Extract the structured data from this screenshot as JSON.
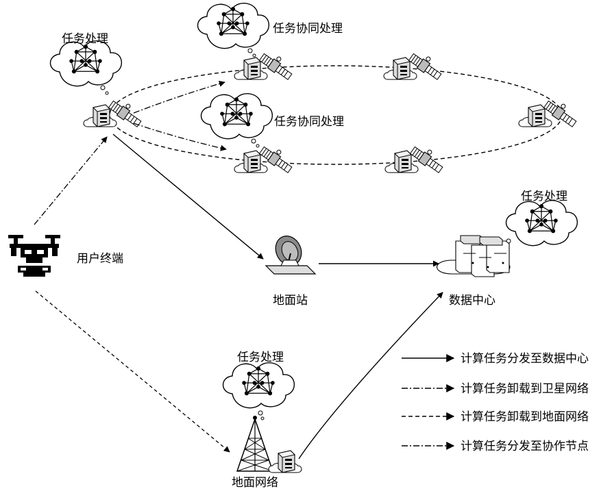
{
  "labels": {
    "task_top_left": "任务处理",
    "collab_top": "任务协同处理",
    "collab_mid": "任务协同处理",
    "task_dc": "任务处理",
    "user_terminal": "用户终端",
    "ground_station": "地面站",
    "data_center": "数据中心",
    "task_ground": "任务处理",
    "ground_network": "地面网络"
  },
  "legend": [
    {
      "style": "solid",
      "label": "计算任务分发至数据中心"
    },
    {
      "style": "dash-dot",
      "label": "计算任务卸载到卫星网络"
    },
    {
      "style": "dashed",
      "label": "计算任务卸载到地面网络"
    },
    {
      "style": "dash-dot",
      "label": "计算任务分发至协作节点"
    }
  ],
  "colors": {
    "ink": "#000000",
    "fill_light": "#ffffff",
    "fill_gray": "#cfcfcf"
  }
}
